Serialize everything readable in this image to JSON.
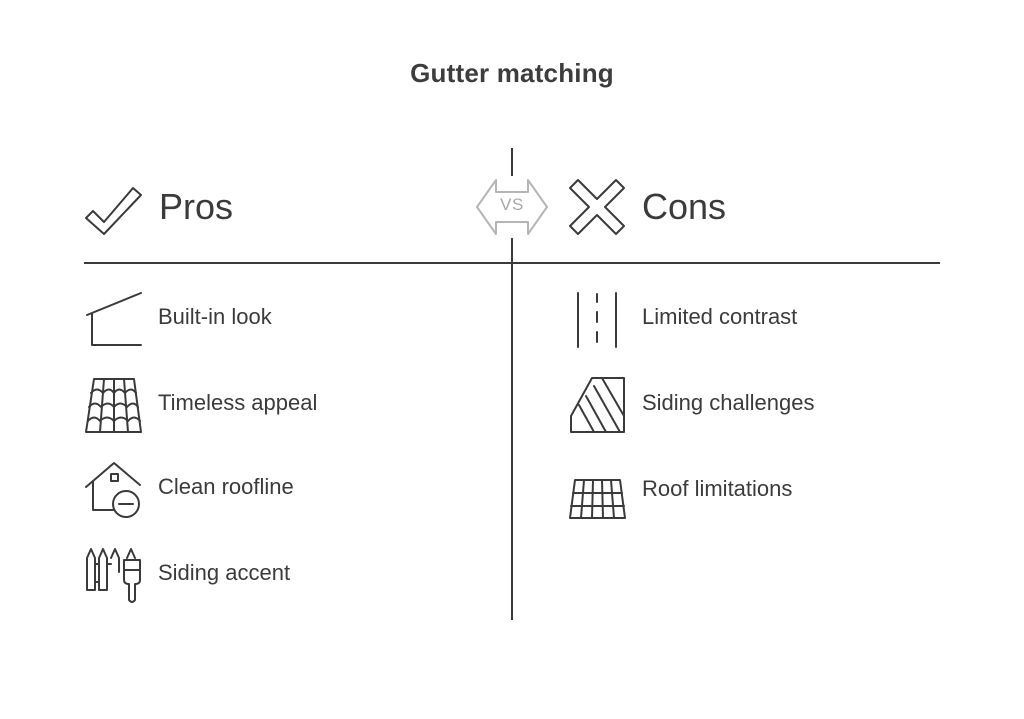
{
  "title": "Gutter matching",
  "vs_label": "VS",
  "pros": {
    "heading": "Pros",
    "items": [
      {
        "label": "Built-in look",
        "icon": "roof-slope-icon"
      },
      {
        "label": "Timeless appeal",
        "icon": "roof-tiles-icon"
      },
      {
        "label": "Clean roofline",
        "icon": "house-minus-icon"
      },
      {
        "label": "Siding accent",
        "icon": "fence-paintbrush-icon"
      }
    ]
  },
  "cons": {
    "heading": "Cons",
    "items": [
      {
        "label": "Limited contrast",
        "icon": "road-lanes-icon"
      },
      {
        "label": "Siding challenges",
        "icon": "hatched-panel-icon"
      },
      {
        "label": "Roof limitations",
        "icon": "solar-grid-icon"
      }
    ]
  },
  "colors": {
    "stroke": "#3a3a3a",
    "text": "#3b3b3b",
    "vs": "#a8a8a8",
    "background": "#ffffff"
  }
}
